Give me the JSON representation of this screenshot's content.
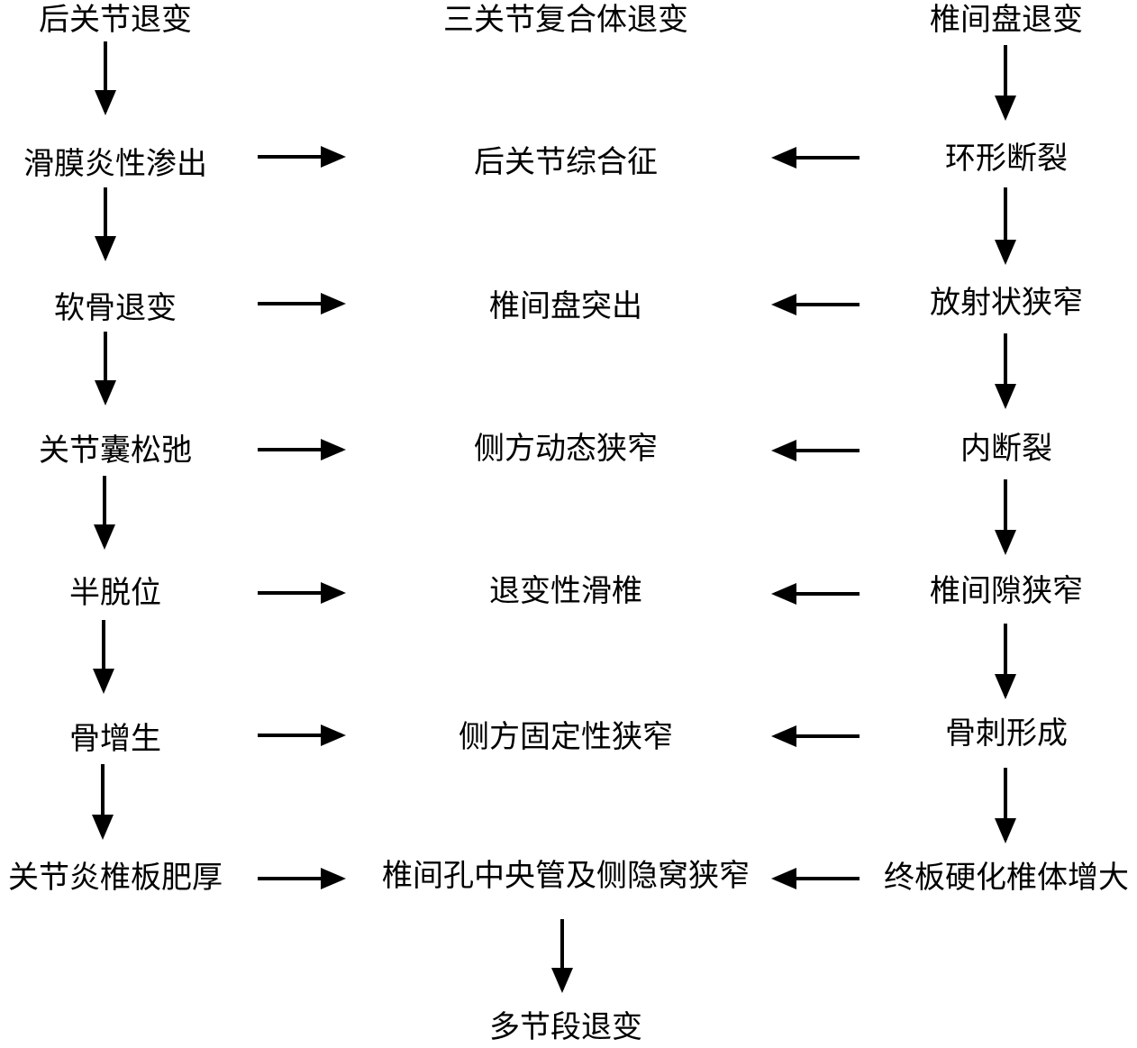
{
  "left_column": {
    "header": "后关节退变",
    "items": [
      "滑膜炎性渗出",
      "软骨退变",
      "关节囊松弛",
      "半脱位",
      "骨增生",
      "关节炎椎板肥厚"
    ]
  },
  "center_column": {
    "header": "三关节复合体退变",
    "items": [
      "后关节综合征",
      "椎间盘突出",
      "侧方动态狭窄",
      "退变性滑椎",
      "侧方固定性狭窄",
      "椎间孔中央管及侧隐窝狭窄"
    ],
    "final": "多节段退变"
  },
  "right_column": {
    "header": "椎间盘退变",
    "items": [
      "环形断裂",
      "放射状狭窄",
      "内断裂",
      "椎间隙狭窄",
      "骨刺形成",
      "终板硬化椎体增大"
    ]
  },
  "colors": {
    "text": "#000000",
    "arrow": "#000000",
    "background": "#ffffff"
  }
}
